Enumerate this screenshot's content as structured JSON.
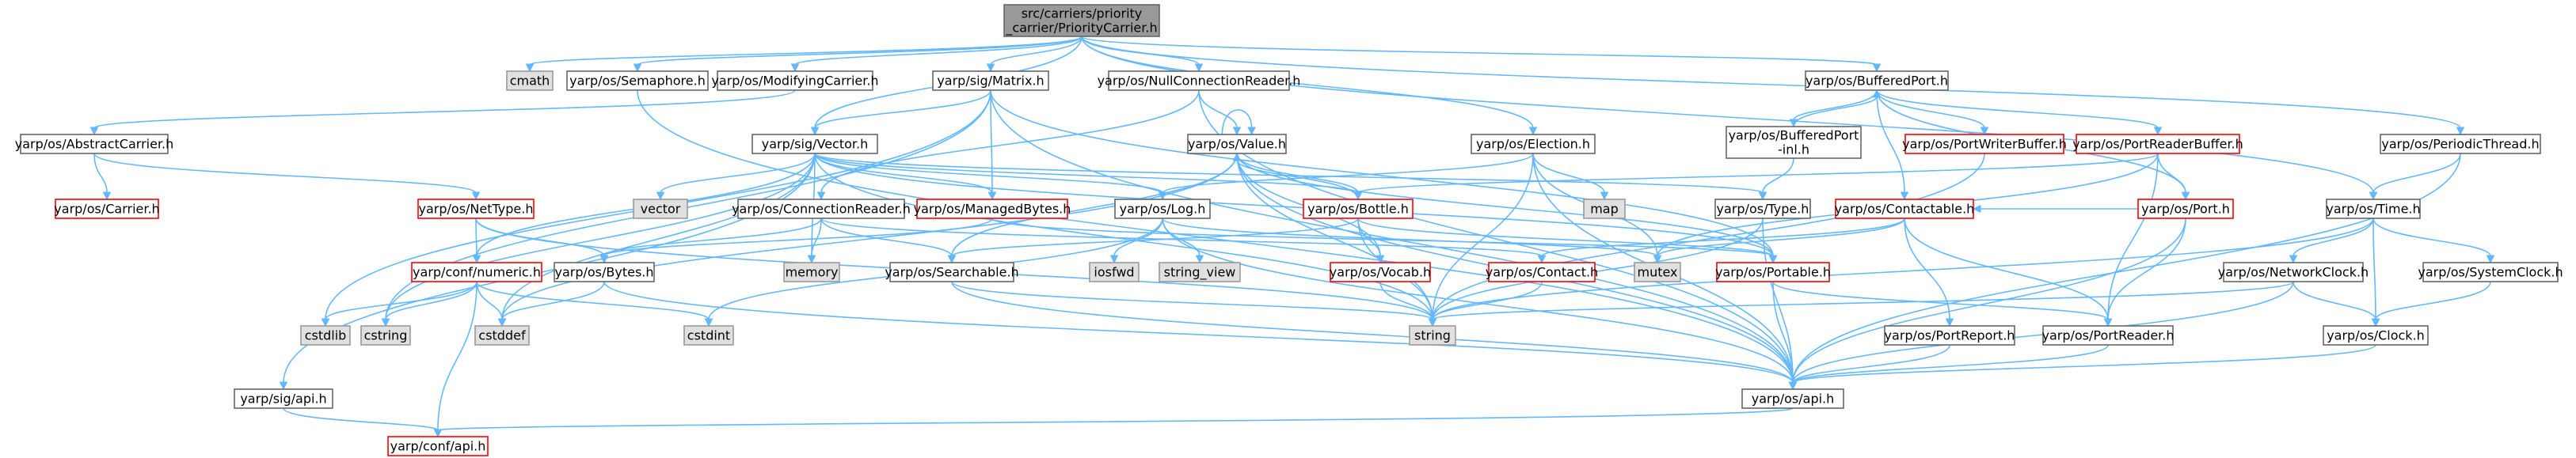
{
  "colors": {
    "edge": "#63B8FF",
    "root_fill": "#999999",
    "root_stroke": "#666666",
    "node_fill": "#ffffff",
    "node_stroke": "#666666",
    "incomplete_stroke": "#ff0000",
    "incomplete_text": "#ff0000",
    "external_fill": "#e0e0e0",
    "external_stroke": "#999999"
  },
  "nodes": [
    {
      "id": "root",
      "label": [
        "src/carriers/priority",
        "_carrier/PriorityCarrier.h"
      ],
      "kind": "root"
    },
    {
      "id": "cmath",
      "label": [
        "cmath"
      ],
      "kind": "external"
    },
    {
      "id": "semaphore",
      "label": [
        "yarp/os/Semaphore.h"
      ],
      "kind": "normal"
    },
    {
      "id": "modcarrier",
      "label": [
        "yarp/os/ModifyingCarrier.h"
      ],
      "kind": "normal"
    },
    {
      "id": "matrix",
      "label": [
        "yarp/sig/Matrix.h"
      ],
      "kind": "normal"
    },
    {
      "id": "nullconn",
      "label": [
        "yarp/os/NullConnectionReader.h"
      ],
      "kind": "normal"
    },
    {
      "id": "bufport",
      "label": [
        "yarp/os/BufferedPort.h"
      ],
      "kind": "normal"
    },
    {
      "id": "periodic",
      "label": [
        "yarp/os/PeriodicThread.h"
      ],
      "kind": "normal"
    },
    {
      "id": "abscarrier",
      "label": [
        "yarp/os/AbstractCarrier.h"
      ],
      "kind": "normal"
    },
    {
      "id": "carrier",
      "label": [
        "yarp/os/Carrier.h"
      ],
      "kind": "incomplete"
    },
    {
      "id": "vector",
      "label": [
        "yarp/sig/Vector.h"
      ],
      "kind": "normal"
    },
    {
      "id": "value",
      "label": [
        "yarp/os/Value.h"
      ],
      "kind": "normal"
    },
    {
      "id": "election",
      "label": [
        "yarp/os/Election.h"
      ],
      "kind": "normal"
    },
    {
      "id": "bufportinl",
      "label": [
        "yarp/os/BufferedPort",
        "-inl.h"
      ],
      "kind": "normal"
    },
    {
      "id": "portwriterbuf",
      "label": [
        "yarp/os/PortWriterBuffer.h"
      ],
      "kind": "incomplete"
    },
    {
      "id": "portreaderbuf",
      "label": [
        "yarp/os/PortReaderBuffer.h"
      ],
      "kind": "incomplete"
    },
    {
      "id": "nettype",
      "label": [
        "yarp/os/NetType.h"
      ],
      "kind": "incomplete"
    },
    {
      "id": "vectorstd",
      "label": [
        "vector"
      ],
      "kind": "external"
    },
    {
      "id": "connreader",
      "label": [
        "yarp/os/ConnectionReader.h"
      ],
      "kind": "normal"
    },
    {
      "id": "managedbytes",
      "label": [
        "yarp/os/ManagedBytes.h"
      ],
      "kind": "incomplete"
    },
    {
      "id": "log",
      "label": [
        "yarp/os/Log.h"
      ],
      "kind": "normal"
    },
    {
      "id": "bottle",
      "label": [
        "yarp/os/Bottle.h"
      ],
      "kind": "incomplete"
    },
    {
      "id": "map",
      "label": [
        "map"
      ],
      "kind": "external"
    },
    {
      "id": "type",
      "label": [
        "yarp/os/Type.h"
      ],
      "kind": "normal"
    },
    {
      "id": "contactable",
      "label": [
        "yarp/os/Contactable.h"
      ],
      "kind": "incomplete"
    },
    {
      "id": "port",
      "label": [
        "yarp/os/Port.h"
      ],
      "kind": "incomplete"
    },
    {
      "id": "time",
      "label": [
        "yarp/os/Time.h"
      ],
      "kind": "normal"
    },
    {
      "id": "memory",
      "label": [
        "memory"
      ],
      "kind": "external"
    },
    {
      "id": "iosfwd",
      "label": [
        "iosfwd"
      ],
      "kind": "external"
    },
    {
      "id": "stringview",
      "label": [
        "string_view"
      ],
      "kind": "external"
    },
    {
      "id": "numeric",
      "label": [
        "yarp/conf/numeric.h"
      ],
      "kind": "incomplete"
    },
    {
      "id": "bytes",
      "label": [
        "yarp/os/Bytes.h"
      ],
      "kind": "normal"
    },
    {
      "id": "searchable",
      "label": [
        "yarp/os/Searchable.h"
      ],
      "kind": "normal"
    },
    {
      "id": "vocab",
      "label": [
        "yarp/os/Vocab.h"
      ],
      "kind": "incomplete"
    },
    {
      "id": "contact",
      "label": [
        "yarp/os/Contact.h"
      ],
      "kind": "incomplete"
    },
    {
      "id": "mutex",
      "label": [
        "mutex"
      ],
      "kind": "external"
    },
    {
      "id": "portable",
      "label": [
        "yarp/os/Portable.h"
      ],
      "kind": "incomplete"
    },
    {
      "id": "networkclock",
      "label": [
        "yarp/os/NetworkClock.h"
      ],
      "kind": "normal"
    },
    {
      "id": "systemclock",
      "label": [
        "yarp/os/SystemClock.h"
      ],
      "kind": "normal"
    },
    {
      "id": "cstdlib",
      "label": [
        "cstdlib"
      ],
      "kind": "external"
    },
    {
      "id": "cstring",
      "label": [
        "cstring"
      ],
      "kind": "external"
    },
    {
      "id": "cstddef",
      "label": [
        "cstddef"
      ],
      "kind": "external"
    },
    {
      "id": "cstdint",
      "label": [
        "cstdint"
      ],
      "kind": "external"
    },
    {
      "id": "string",
      "label": [
        "string"
      ],
      "kind": "external"
    },
    {
      "id": "portreport",
      "label": [
        "yarp/os/PortReport.h"
      ],
      "kind": "normal"
    },
    {
      "id": "portreader",
      "label": [
        "yarp/os/PortReader.h"
      ],
      "kind": "normal"
    },
    {
      "id": "clock",
      "label": [
        "yarp/os/Clock.h"
      ],
      "kind": "normal"
    },
    {
      "id": "sigapi",
      "label": [
        "yarp/sig/api.h"
      ],
      "kind": "normal"
    },
    {
      "id": "osapi",
      "label": [
        "yarp/os/api.h"
      ],
      "kind": "normal"
    },
    {
      "id": "confapi",
      "label": [
        "yarp/conf/api.h"
      ],
      "kind": "incomplete"
    }
  ],
  "edges": [
    [
      "root",
      "cmath"
    ],
    [
      "root",
      "semaphore"
    ],
    [
      "root",
      "modcarrier"
    ],
    [
      "root",
      "matrix"
    ],
    [
      "root",
      "nullconn"
    ],
    [
      "root",
      "bufport"
    ],
    [
      "root",
      "periodic"
    ],
    [
      "root",
      "vector"
    ],
    [
      "root",
      "election"
    ],
    [
      "root",
      "time"
    ],
    [
      "modcarrier",
      "abscarrier"
    ],
    [
      "abscarrier",
      "carrier"
    ],
    [
      "abscarrier",
      "nettype"
    ],
    [
      "semaphore",
      "osapi"
    ],
    [
      "matrix",
      "vector"
    ],
    [
      "matrix",
      "managedbytes"
    ],
    [
      "matrix",
      "cstdlib"
    ],
    [
      "matrix",
      "cstring"
    ],
    [
      "matrix",
      "portable"
    ],
    [
      "matrix",
      "osapi"
    ],
    [
      "vector",
      "cstring"
    ],
    [
      "vector",
      "cstddef"
    ],
    [
      "vector",
      "vectorstd"
    ],
    [
      "vector",
      "string"
    ],
    [
      "vector",
      "managedbytes"
    ],
    [
      "vector",
      "log"
    ],
    [
      "vector",
      "type"
    ],
    [
      "vector",
      "numeric"
    ],
    [
      "vector",
      "bottle"
    ],
    [
      "vector",
      "portable"
    ],
    [
      "vector",
      "sigapi"
    ],
    [
      "vector",
      "memory"
    ],
    [
      "nullconn",
      "value"
    ],
    [
      "nullconn",
      "connreader"
    ],
    [
      "nullconn",
      "osapi"
    ],
    [
      "value",
      "value"
    ],
    [
      "value",
      "bottle"
    ],
    [
      "value",
      "searchable"
    ],
    [
      "value",
      "vocab"
    ],
    [
      "value",
      "string"
    ],
    [
      "value",
      "cstddef"
    ],
    [
      "value",
      "osapi"
    ],
    [
      "value",
      "portable"
    ],
    [
      "election",
      "log"
    ],
    [
      "election",
      "mutex"
    ],
    [
      "election",
      "map"
    ],
    [
      "election",
      "string"
    ],
    [
      "election",
      "osapi"
    ],
    [
      "bufport",
      "bufportinl"
    ],
    [
      "bufport",
      "portwriterbuf"
    ],
    [
      "bufport",
      "portreaderbuf"
    ],
    [
      "bufport",
      "contactable"
    ],
    [
      "bufport",
      "port"
    ],
    [
      "bufportinl",
      "bufport"
    ],
    [
      "bufportinl",
      "type"
    ],
    [
      "portwriterbuf",
      "string"
    ],
    [
      "portreaderbuf",
      "bottle"
    ],
    [
      "portreaderbuf",
      "portreader"
    ],
    [
      "portreaderbuf",
      "port"
    ],
    [
      "portreaderbuf",
      "mutex"
    ],
    [
      "nettype",
      "bytes"
    ],
    [
      "nettype",
      "numeric"
    ],
    [
      "nettype",
      "string"
    ],
    [
      "connreader",
      "bytes"
    ],
    [
      "connreader",
      "searchable"
    ],
    [
      "connreader",
      "contact"
    ],
    [
      "connreader",
      "memory"
    ],
    [
      "managedbytes",
      "bytes"
    ],
    [
      "managedbytes",
      "portable"
    ],
    [
      "log",
      "iosfwd"
    ],
    [
      "log",
      "stringview"
    ],
    [
      "log",
      "mutex"
    ],
    [
      "log",
      "cstdint"
    ],
    [
      "log",
      "osapi"
    ],
    [
      "bottle",
      "value"
    ],
    [
      "bottle",
      "searchable"
    ],
    [
      "bottle",
      "vocab"
    ],
    [
      "bottle",
      "portable"
    ],
    [
      "bottle",
      "string"
    ],
    [
      "type",
      "string"
    ],
    [
      "type",
      "osapi"
    ],
    [
      "contactable",
      "contact"
    ],
    [
      "contactable",
      "mutex"
    ],
    [
      "contactable",
      "portreport"
    ],
    [
      "contactable",
      "portreader"
    ],
    [
      "port",
      "contactable"
    ],
    [
      "port",
      "portreader"
    ],
    [
      "port",
      "osapi"
    ],
    [
      "periodic",
      "time"
    ],
    [
      "periodic",
      "osapi"
    ],
    [
      "time",
      "networkclock"
    ],
    [
      "time",
      "systemclock"
    ],
    [
      "time",
      "clock"
    ],
    [
      "time",
      "string"
    ],
    [
      "numeric",
      "cstdlib"
    ],
    [
      "numeric",
      "cstring"
    ],
    [
      "numeric",
      "cstddef"
    ],
    [
      "numeric",
      "cstdint"
    ],
    [
      "numeric",
      "confapi"
    ],
    [
      "bytes",
      "cstddef"
    ],
    [
      "bytes",
      "osapi"
    ],
    [
      "searchable",
      "string"
    ],
    [
      "searchable",
      "osapi"
    ],
    [
      "vocab",
      "string"
    ],
    [
      "contact",
      "string"
    ],
    [
      "portable",
      "portreader"
    ],
    [
      "portable",
      "osapi"
    ],
    [
      "networkclock",
      "clock"
    ],
    [
      "networkclock",
      "string"
    ],
    [
      "networkclock",
      "osapi"
    ],
    [
      "systemclock",
      "clock"
    ],
    [
      "portreport",
      "osapi"
    ],
    [
      "portreader",
      "osapi"
    ],
    [
      "clock",
      "osapi"
    ],
    [
      "sigapi",
      "confapi"
    ],
    [
      "osapi",
      "confapi"
    ]
  ]
}
